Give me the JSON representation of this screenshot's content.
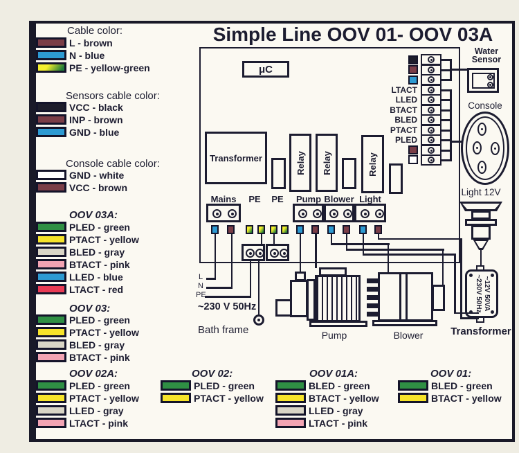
{
  "title": "Simple Line OOV 01- OOV 03A",
  "colors": {
    "ink": "#1c1c30",
    "brown": "#7a3d47",
    "blue": "#2d9ad2",
    "black": "#1d1d2b",
    "white": "#ffffff",
    "green": "#2f8f44",
    "yellow": "#f6e32a",
    "gray": "#d9d5c6",
    "pink": "#f2a3b3",
    "red": "#e93b55",
    "yellow_green": "linear-gradient(125deg,#f4ef2d 35%,#1f7c38 90%)"
  },
  "legend_sections": [
    {
      "title": "Cable color:",
      "items": [
        {
          "label": "L - brown",
          "color": "#7a3d47"
        },
        {
          "label": "N - blue",
          "color": "#2d9ad2"
        },
        {
          "label": "PE - yellow-green",
          "color": "linear-gradient(125deg,#f4ef2d 35%,#1f7c38 90%)"
        }
      ]
    },
    {
      "title": "Sensors cable color:",
      "items": [
        {
          "label": "VCC - black",
          "color": "#1d1d2b"
        },
        {
          "label": "INP - brown",
          "color": "#7a3d47"
        },
        {
          "label": "GND - blue",
          "color": "#2d9ad2"
        }
      ]
    },
    {
      "title": "Console cable color:",
      "items": [
        {
          "label": "GND - white",
          "color": "#ffffff"
        },
        {
          "label": "VCC - brown",
          "color": "#7a3d47"
        }
      ]
    },
    {
      "title": "OOV 03A:",
      "items": [
        {
          "label": "PLED - green",
          "color": "#2f8f44"
        },
        {
          "label": "PTACT - yellow",
          "color": "#f6e32a"
        },
        {
          "label": "BLED - gray",
          "color": "#d9d5c6"
        },
        {
          "label": "BTACT - pink",
          "color": "#f2a3b3"
        },
        {
          "label": "LLED - blue",
          "color": "#2d9ad2"
        },
        {
          "label": "LTACT - red",
          "color": "#e93b55"
        }
      ]
    },
    {
      "title": "OOV 03:",
      "items": [
        {
          "label": "PLED - green",
          "color": "#2f8f44"
        },
        {
          "label": "PTACT - yellow",
          "color": "#f6e32a"
        },
        {
          "label": "BLED - gray",
          "color": "#d9d5c6"
        },
        {
          "label": "BTACT - pink",
          "color": "#f2a3b3"
        }
      ]
    },
    {
      "title": "OOV 02A:",
      "items": [
        {
          "label": "PLED - green",
          "color": "#2f8f44"
        },
        {
          "label": "PTACT - yellow",
          "color": "#f6e32a"
        },
        {
          "label": "LLED - gray",
          "color": "#d9d5c6"
        },
        {
          "label": "LTACT - pink",
          "color": "#f2a3b3"
        }
      ]
    },
    {
      "title": "OOV 02:",
      "items": [
        {
          "label": "PLED - green",
          "color": "#2f8f44"
        },
        {
          "label": "PTACT - yellow",
          "color": "#f6e32a"
        }
      ]
    },
    {
      "title": "OOV 01A:",
      "items": [
        {
          "label": "BLED - green",
          "color": "#2f8f44"
        },
        {
          "label": "BTACT - yellow",
          "color": "#f6e32a"
        },
        {
          "label": "LLED - gray",
          "color": "#d9d5c6"
        },
        {
          "label": "LTACT - pink",
          "color": "#f2a3b3"
        }
      ]
    },
    {
      "title": "OOV 01:",
      "items": [
        {
          "label": "BLED - green",
          "color": "#2f8f44"
        },
        {
          "label": "BTACT - yellow",
          "color": "#f6e32a"
        }
      ]
    }
  ],
  "board": {
    "mc": "μC",
    "transformer": "Transformer",
    "relay": "Relay",
    "connector_labels": [
      "Mains",
      "PE",
      "PE",
      "Pump",
      "Blower",
      "Light"
    ],
    "terminal_labels": [
      "LTACT",
      "LLED",
      "BTACT",
      "BLED",
      "PTACT",
      "PLED"
    ]
  },
  "right_panel": {
    "water_sensor_line1": "Water",
    "water_sensor_line2": "Sensor",
    "console": "Console",
    "light": "Light 12V",
    "transformer_rating_line1": "~230V 50Hz",
    "transformer_rating_line2": "~12V 50VA",
    "transformer_caption": "Transformer"
  },
  "bottom": {
    "inputs": [
      "L",
      "N",
      "PE"
    ],
    "mains_rating": "~230 V 50Hz",
    "bath_frame": "Bath frame",
    "pump": "Pump",
    "blower": "Blower"
  }
}
